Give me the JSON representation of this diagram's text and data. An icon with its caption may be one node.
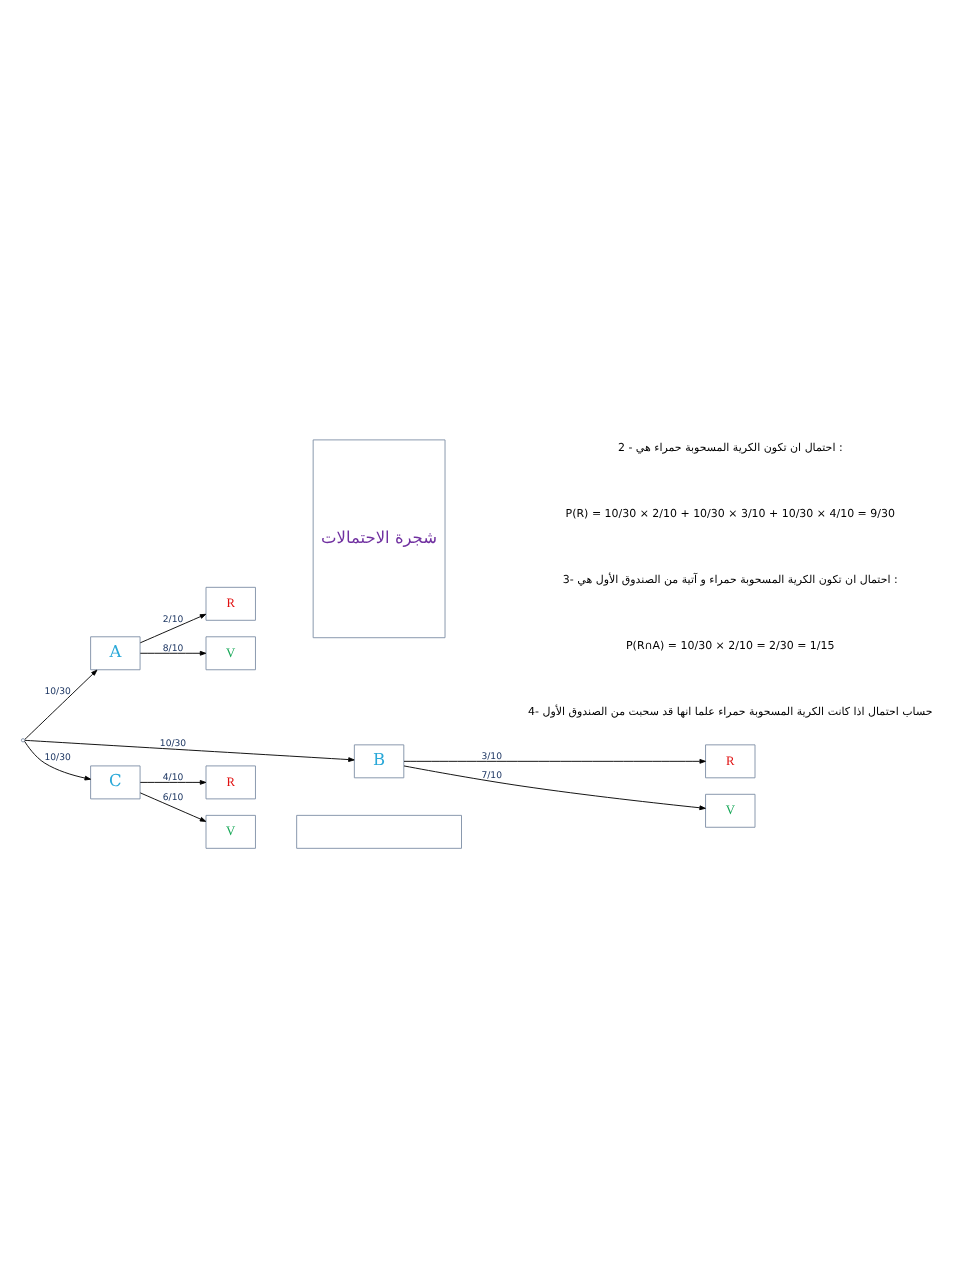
{
  "diagram": {
    "nodes": [
      {
        "text": [],
        "shape": "point"
      },
      {
        "text": [
          "A"
        ]
      },
      {
        "text": [
          "B"
        ]
      },
      {
        "text": [
          "C"
        ]
      },
      {
        "text": [
          "R"
        ]
      },
      {
        "text": [
          "V"
        ]
      },
      {
        "text": [
          "R"
        ]
      },
      {
        "text": [
          "V"
        ]
      },
      {
        "text": [
          "R"
        ]
      },
      {
        "text": [
          "V"
        ]
      },
      {
        "text": [
          "شجرة الاحتمالات"
        ]
      },
      {
        "text": [],
        "shape": "box"
      }
    ],
    "edges": [
      {
        "from": 0,
        "to": 1,
        "arrow": "to",
        "label": "10/30"
      },
      {
        "from": 0,
        "to": 2,
        "arrow": "to",
        "label": "10/30"
      },
      {
        "from": 0,
        "to": 3,
        "arrow": "to",
        "label": "10/30"
      },
      {
        "from": 1,
        "to": 4,
        "arrow": "to",
        "label": "2/10"
      },
      {
        "from": 1,
        "to": 5,
        "arrow": "to",
        "label": "8/10"
      },
      {
        "from": 2,
        "to": 6,
        "arrow": "to",
        "label": "3/10"
      },
      {
        "from": 2,
        "to": 7,
        "arrow": "to",
        "label": "7/10"
      },
      {
        "from": 3,
        "to": 8,
        "arrow": "to",
        "label": "4/10"
      },
      {
        "from": 3,
        "to": 9,
        "arrow": "to",
        "label": "6/10"
      }
    ],
    "labels": [
      "2 - احتمال ان تكون الكرية المسحوبة حمراء هي :",
      "P(R) = 10/30 × 2/10 + 10/30 × 3/10 + 10/30 × 4/10 = 9/30",
      "3- احتمال ان تكون الكرية المسحوبة حمراء و آتية من الصندوق الأول هي :",
      "P(R∩A) = 10/30 × 2/10 = 2/30 = 1/15",
      "4- حساب احتمال اذا كانت الكرية المسحوبة حمراء علما انها قد سحبت من الصندوق الأول"
    ]
  }
}
